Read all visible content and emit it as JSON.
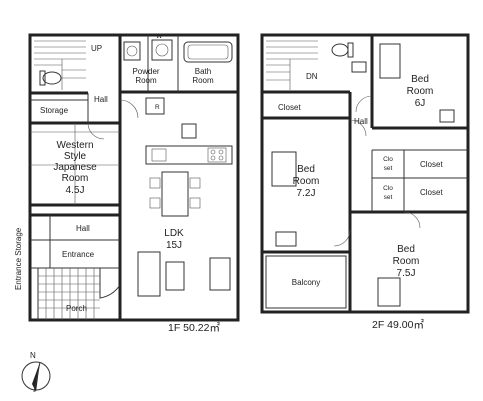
{
  "floor1": {
    "area": "1F 50.22㎡",
    "rooms": {
      "up": "UP",
      "powder": [
        "Powder",
        "Room"
      ],
      "bath": [
        "Bath",
        "Room"
      ],
      "hall_a": "Hall",
      "storage": "Storage",
      "r": "R",
      "western": [
        "Western",
        "Style",
        "Japanese",
        "Room",
        "4.5J"
      ],
      "ldk": [
        "LDK",
        "15J"
      ],
      "hall_b": "Hall",
      "entrance": "Entrance",
      "entrance_storage": "Entrance Storage",
      "porch": "Porch",
      "w": "W"
    }
  },
  "floor2": {
    "area": "2F 49.00㎡",
    "rooms": {
      "dn": "DN",
      "bed_nw": [
        "Bed",
        "Room",
        "6J"
      ],
      "closet_top": "Closet",
      "hall": "Hall",
      "bed_w": [
        "Bed",
        "Room",
        "7.2J"
      ],
      "closet_a_label": [
        "Clo",
        "set"
      ],
      "closet_a": "Closet",
      "closet_b_label": [
        "Clo",
        "set"
      ],
      "closet_b": "Closet",
      "bed_se": [
        "Bed",
        "Room",
        "7.5J"
      ],
      "balcony": "Balcony"
    }
  },
  "compass": {
    "label": "N"
  }
}
